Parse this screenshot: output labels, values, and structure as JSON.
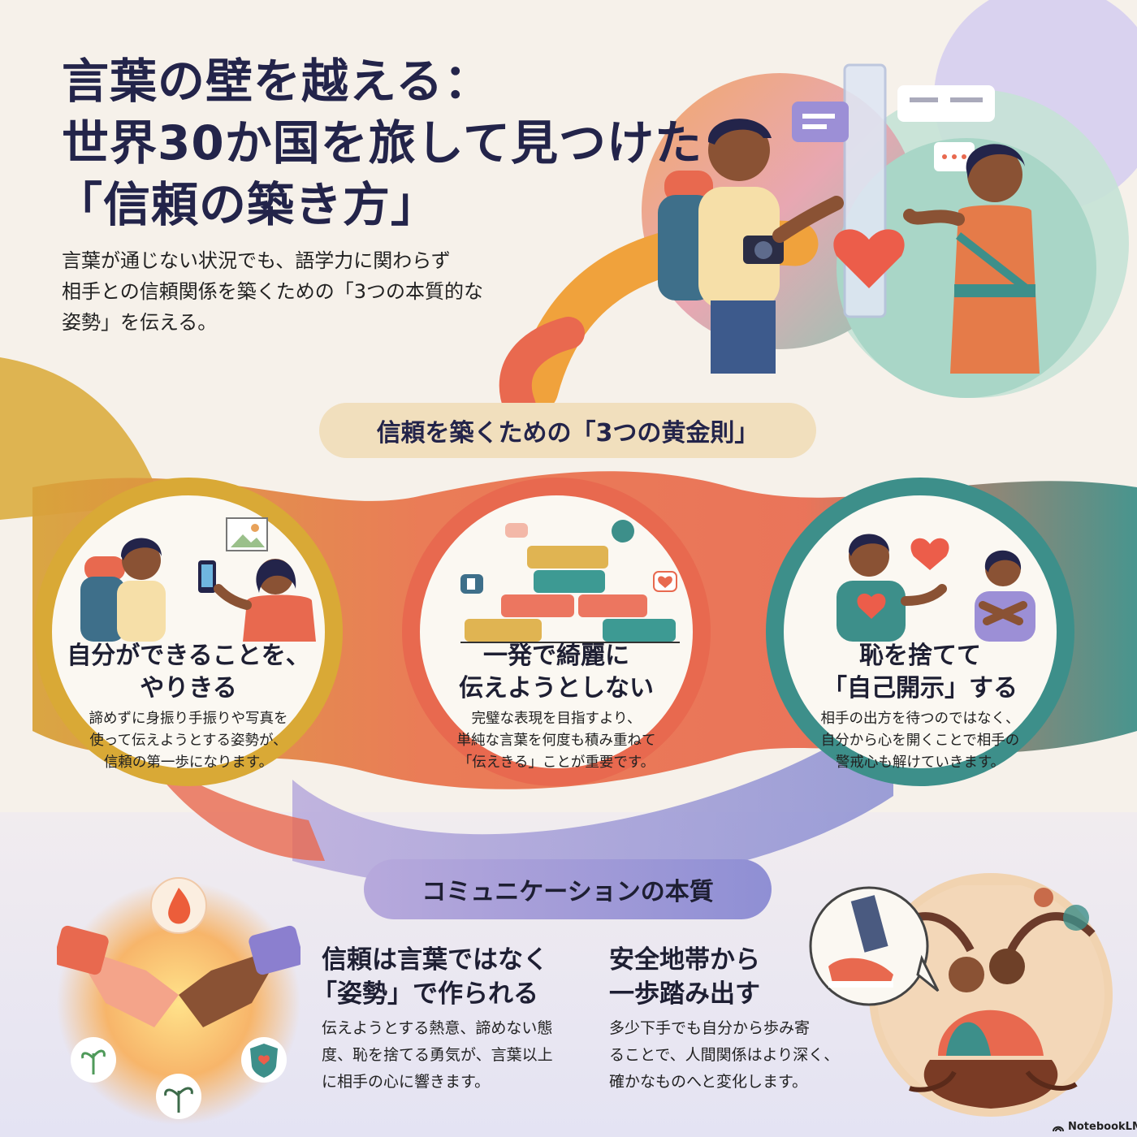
{
  "header": {
    "title_lines": [
      "言葉の壁を越える：",
      "世界30か国を旅して見つけた",
      "「信頼の築き方」"
    ],
    "lead_lines": [
      "言葉が通じない状況でも、語学力に関わらず",
      "相手との信頼関係を築くための「3つの本質的な",
      "姿勢」を伝える。"
    ]
  },
  "rules_section": {
    "label": "信頼を築くための「3つの黄金則」",
    "rules": [
      {
        "heading_lines": [
          "自分ができることを、",
          "やりきる"
        ],
        "body_lines": [
          "諦めずに身振り手振りや写真を",
          "使って伝えようとする姿勢が、",
          "信頼の第一歩になります。"
        ]
      },
      {
        "heading_lines": [
          "一発で綺麗に",
          "伝えようとしない"
        ],
        "body_lines": [
          "完璧な表現を目指すより、",
          "単純な言葉を何度も積み重ねて",
          "「伝えきる」ことが重要です。"
        ]
      },
      {
        "heading_lines": [
          "恥を捨てて",
          "「自己開示」する"
        ],
        "body_lines": [
          "相手の出方を待つのではなく、",
          "自分から心を開くことで相手の",
          "警戒心も解けていきます。"
        ]
      }
    ]
  },
  "essence_section": {
    "label": "コミュニケーションの本質",
    "points": [
      {
        "heading_lines": [
          "信頼は言葉ではなく",
          "「姿勢」で作られる"
        ],
        "body_lines": [
          "伝えようとする熱意、諦めない態",
          "度、恥を捨てる勇気が、言葉以上",
          "に相手の心に響きます。"
        ]
      },
      {
        "heading_lines": [
          "安全地帯から",
          "一歩踏み出す"
        ],
        "body_lines": [
          "多少下手でも自分から歩み寄",
          "ることで、人間関係はより深く、",
          "確かなものへと変化します。"
        ]
      }
    ]
  },
  "footer": {
    "brand": "NotebookLM"
  },
  "icons": [
    "chat-bubble-icon",
    "heart-icon",
    "camera-icon",
    "smartphone-icon",
    "photo-icon",
    "thumbs-up-icon",
    "flame-icon",
    "sprout-icon",
    "shield-heart-icon",
    "handshake-icon",
    "notebooklm-logo-icon"
  ],
  "colors": {
    "gold": "#d9a936",
    "coral": "#e8694f",
    "teal": "#3d8f8a",
    "purple": "#9a8fd0",
    "navy": "#23244a"
  }
}
